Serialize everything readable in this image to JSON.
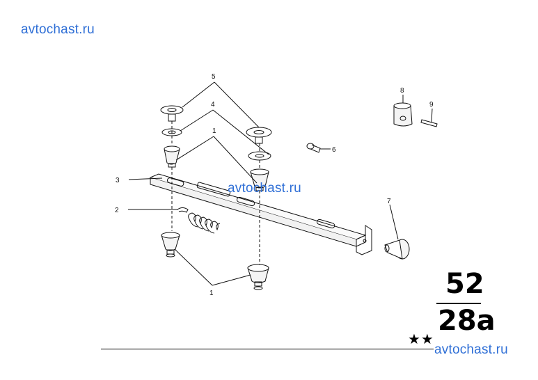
{
  "watermarks": {
    "top_left": "avtochast.ru",
    "center": "avtochast.ru",
    "bottom_right": "avtochast.ru"
  },
  "callouts": {
    "c1_top": "1",
    "c1_bottom": "1",
    "c2": "2",
    "c3": "3",
    "c4": "4",
    "c5": "5",
    "c6": "6",
    "c7": "7",
    "c8": "8",
    "c9": "9"
  },
  "group_code": {
    "top": "52",
    "bottom": "28a",
    "marker": "★★"
  }
}
